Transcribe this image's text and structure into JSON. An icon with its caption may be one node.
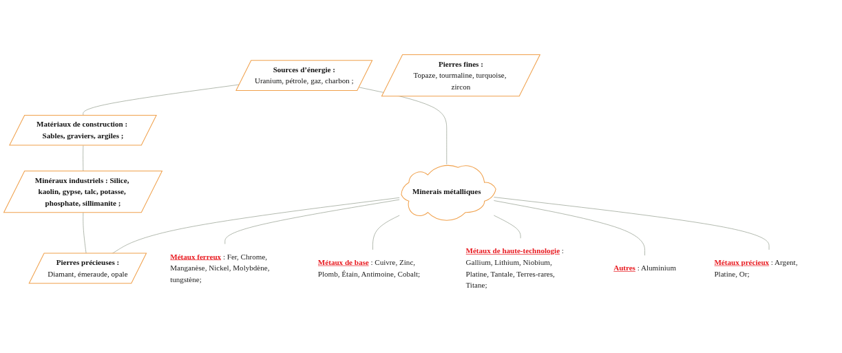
{
  "diagram": {
    "nodes": [
      {
        "text": [
          "Sources d’énergie :",
          "Uranium, pétrole, gaz, charbon ;"
        ]
      },
      {
        "text": [
          "Matériaux de construction : Sables, graviers, argiles ;"
        ]
      },
      {
        "text": [
          "Minerais métalliques"
        ]
      },
      {
        "text": [
          "Pierres précieuses :",
          "Diamant, émeraude, opale"
        ]
      },
      {
        "text": [
          "Minéraux industriels : Silice, kaolin, gypse, talc, potasse, phosphate, sillimanite ;"
        ]
      },
      {
        "text": [
          "Pierres fines :",
          "Topaze, tourmaline, turquoise, zircon"
        ]
      },
      {
        "text": [
          "Métaux ferreux",
          ": Fer, Chrome, Manganèse, Nickel, Molybdène, tungstène;"
        ]
      },
      {
        "text": [
          "Métaux de base",
          ": Cuivre, Zinc, Plomb, Étain, Antimoine, Cobalt;"
        ]
      },
      {
        "text": [
          "Métaux de haute-technologie",
          ": Gallium, Lithium, Niobium, Platine, Tantale, Terres-rares, Titane;"
        ]
      },
      {
        "text": [
          "Autres",
          ": Aluminium"
        ]
      },
      {
        "text": [
          "Métaux précieux",
          ": Argent, Platine, Or;"
        ]
      }
    ],
    "edges": [
      {
        "from": 0,
        "to": 1,
        "arrow": "none"
      },
      {
        "from": 0,
        "to": 2,
        "arrow": "none"
      },
      {
        "from": 1,
        "to": 4,
        "arrow": "none"
      },
      {
        "from": 2,
        "to": 3,
        "arrow": "none"
      },
      {
        "from": 4,
        "to": 3,
        "arrow": "none"
      },
      {
        "from": 2,
        "to": 6,
        "arrow": "none"
      },
      {
        "from": 2,
        "to": 7,
        "arrow": "none"
      },
      {
        "from": 2,
        "to": 8,
        "arrow": "none"
      },
      {
        "from": 2,
        "to": 9,
        "arrow": "none"
      },
      {
        "from": 2,
        "to": 10,
        "arrow": "none"
      }
    ]
  }
}
